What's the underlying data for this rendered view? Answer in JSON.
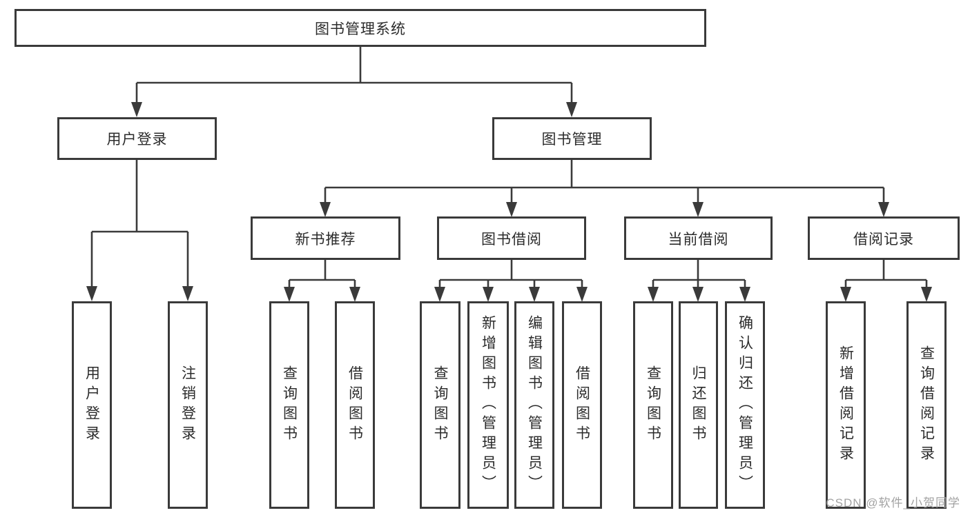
{
  "diagram": {
    "type": "hierarchy-tree",
    "title": "图书管理系统"
  },
  "tree": {
    "root": {
      "label": "图书管理系统",
      "children": [
        {
          "label": "用户登录",
          "children": [
            {
              "label": "用户登录"
            },
            {
              "label": "注销登录"
            }
          ]
        },
        {
          "label": "图书管理",
          "children": [
            {
              "label": "新书推荐",
              "children": [
                {
                  "label": "查询图书"
                },
                {
                  "label": "借阅图书"
                }
              ]
            },
            {
              "label": "图书借阅",
              "children": [
                {
                  "label": "查询图书"
                },
                {
                  "label": "新增图书（管理员）"
                },
                {
                  "label": "编辑图书（管理员）"
                },
                {
                  "label": "借阅图书"
                }
              ]
            },
            {
              "label": "当前借阅",
              "children": [
                {
                  "label": "查询图书"
                },
                {
                  "label": "归还图书"
                },
                {
                  "label": "确认归还（管理员）"
                }
              ]
            },
            {
              "label": "借阅记录",
              "children": [
                {
                  "label": "新增借阅记录"
                },
                {
                  "label": "查询借阅记录"
                }
              ]
            }
          ]
        }
      ]
    }
  },
  "watermark": {
    "text": "CSDN @软件_小贺同学"
  },
  "colors": {
    "line": "#3a3a3a",
    "box_border": "#3a3a3a",
    "text": "#2b2b2b",
    "watermark": "#a2a2a2",
    "background": "#ffffff"
  }
}
